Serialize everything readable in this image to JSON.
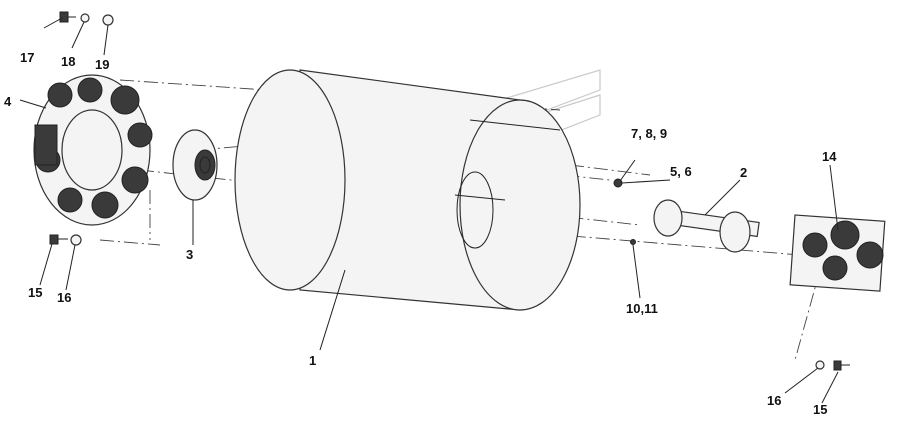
{
  "diagram": {
    "callouts": {
      "c1": "1",
      "c2": "2",
      "c3": "3",
      "c4": "4",
      "c5_6": "5, 6",
      "c7_8_9": "7, 8, 9",
      "c10_11": "10,11",
      "c14": "14",
      "c15_left": "15",
      "c16_left": "16",
      "c17": "17",
      "c18": "18",
      "c19": "19",
      "c16_right": "16",
      "c15_right": "15"
    }
  }
}
